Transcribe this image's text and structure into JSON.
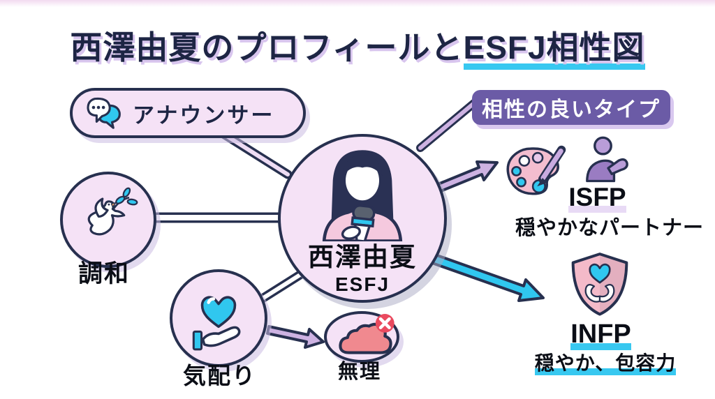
{
  "title": {
    "plain": "西澤由夏のプロフィールと",
    "highlighted": "ESFJ相性図"
  },
  "center": {
    "name": "西澤由夏",
    "mbti": "ESFJ"
  },
  "traits": {
    "announcer": "アナウンサー",
    "harmony": "調和",
    "care": "気配り",
    "impossible": "無理"
  },
  "compatibility": {
    "header": "相性の良いタイプ",
    "types": [
      {
        "code": "ISFP",
        "description": "穏やかなパートナー"
      },
      {
        "code": "INFP",
        "description": "穏やか、包容力"
      }
    ]
  },
  "icons": [
    "chat-bubbles-icon",
    "dove-icon",
    "reporter-woman-illustration",
    "heart-in-hand-icon",
    "cloud-error-icon",
    "palette-icon",
    "person-icon",
    "shield-heart-icon"
  ],
  "colors": {
    "navy": "#27304f",
    "cyan": "#30c7ef",
    "node_pink": "#f5e2f6",
    "badge_purple": "#6b5ba6",
    "arrow_purple": "#cdb2e2",
    "cloud_salmon": "#f0898f",
    "error_red": "#ea4a5f",
    "title_navy": "#1d2544"
  }
}
